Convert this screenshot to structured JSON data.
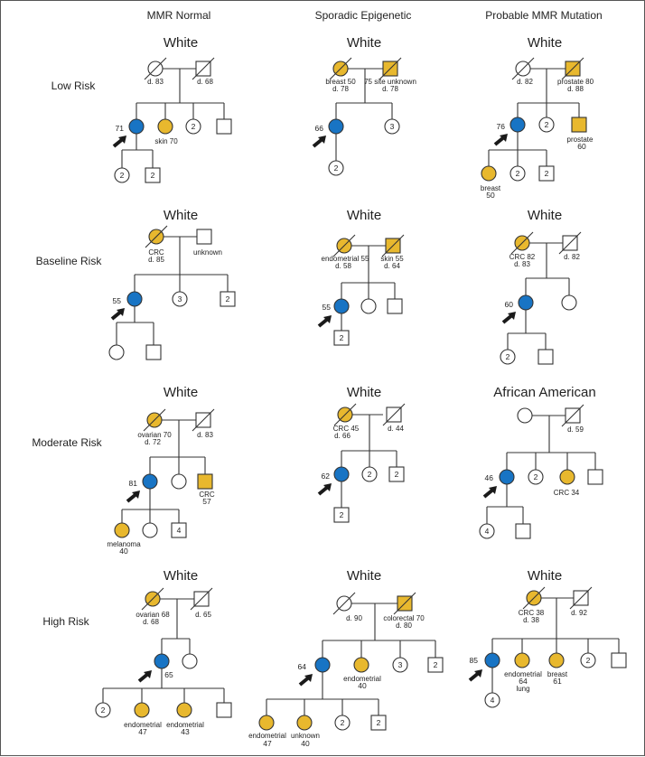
{
  "columns": [
    "MMR Normal",
    "Sporadic Epigenetic",
    "Probable MMR Mutation"
  ],
  "rows": [
    "Low Risk",
    "Baseline Risk",
    "Moderate Risk",
    "High Risk"
  ],
  "colors": {
    "affected": "#E8B82E",
    "proband": "#1874C4",
    "line": "#333333",
    "unaffected": "#ffffff"
  },
  "panels": [
    {
      "title": "White",
      "labels": [
        {
          "text": "d. 83"
        },
        {
          "text": "d. 68"
        },
        {
          "text": "71"
        },
        {
          "text": "skin 70"
        },
        {
          "text": "2"
        },
        {
          "text": "2"
        },
        {
          "text": "2"
        }
      ]
    },
    {
      "title": "White",
      "labels": [
        {
          "text": "breast 50"
        },
        {
          "text": "d. 78"
        },
        {
          "text": "75 site unknown"
        },
        {
          "text": "d. 78"
        },
        {
          "text": "66"
        },
        {
          "text": "3"
        },
        {
          "text": "2"
        }
      ]
    },
    {
      "title": "White",
      "labels": [
        {
          "text": "d. 82"
        },
        {
          "text": "prostate 80"
        },
        {
          "text": "d. 88"
        },
        {
          "text": "76"
        },
        {
          "text": "2"
        },
        {
          "text": "prostate"
        },
        {
          "text": "60"
        },
        {
          "text": "breast"
        },
        {
          "text": "50"
        },
        {
          "text": "2"
        },
        {
          "text": "2"
        }
      ]
    },
    {
      "title": "White",
      "labels": [
        {
          "text": "CRC"
        },
        {
          "text": "d. 85"
        },
        {
          "text": "unknown"
        },
        {
          "text": "55"
        },
        {
          "text": "3"
        },
        {
          "text": "2"
        }
      ]
    },
    {
      "title": "White",
      "labels": [
        {
          "text": "endometrial 55"
        },
        {
          "text": "d. 58"
        },
        {
          "text": "skin 55"
        },
        {
          "text": "d. 64"
        },
        {
          "text": "55"
        },
        {
          "text": "2"
        }
      ]
    },
    {
      "title": "White",
      "labels": [
        {
          "text": "CRC 82"
        },
        {
          "text": "d. 83"
        },
        {
          "text": "d. 82"
        },
        {
          "text": "60"
        },
        {
          "text": "2"
        }
      ]
    },
    {
      "title": "White",
      "labels": [
        {
          "text": "ovarian 70"
        },
        {
          "text": "d. 72"
        },
        {
          "text": "d. 83"
        },
        {
          "text": "81"
        },
        {
          "text": "CRC"
        },
        {
          "text": "57"
        },
        {
          "text": "melanoma"
        },
        {
          "text": "40"
        },
        {
          "text": "4"
        }
      ]
    },
    {
      "title": "White",
      "labels": [
        {
          "text": "CRC 45"
        },
        {
          "text": "d. 66"
        },
        {
          "text": "d. 44"
        },
        {
          "text": "62"
        },
        {
          "text": "2"
        },
        {
          "text": "2"
        },
        {
          "text": "2"
        }
      ]
    },
    {
      "title": "African American",
      "labels": [
        {
          "text": "d. 59"
        },
        {
          "text": "46"
        },
        {
          "text": "2"
        },
        {
          "text": "CRC 34"
        },
        {
          "text": "4"
        }
      ]
    },
    {
      "title": "White",
      "labels": [
        {
          "text": "ovarian 68"
        },
        {
          "text": "d. 68"
        },
        {
          "text": "d. 65"
        },
        {
          "text": "65"
        },
        {
          "text": "2"
        },
        {
          "text": "endometrial"
        },
        {
          "text": "47"
        },
        {
          "text": "endometrial"
        },
        {
          "text": "43"
        }
      ]
    },
    {
      "title": "White",
      "labels": [
        {
          "text": "d. 90"
        },
        {
          "text": "colorectal 70"
        },
        {
          "text": "d. 80"
        },
        {
          "text": "64"
        },
        {
          "text": "endometrial"
        },
        {
          "text": "40"
        },
        {
          "text": "3"
        },
        {
          "text": "2"
        },
        {
          "text": "endometrial"
        },
        {
          "text": "47"
        },
        {
          "text": "unknown"
        },
        {
          "text": "40"
        },
        {
          "text": "2"
        },
        {
          "text": "2"
        }
      ]
    },
    {
      "title": "White",
      "labels": [
        {
          "text": "CRC 38"
        },
        {
          "text": "d. 38"
        },
        {
          "text": "d. 92"
        },
        {
          "text": "85"
        },
        {
          "text": "endometrial"
        },
        {
          "text": "64"
        },
        {
          "text": "lung"
        },
        {
          "text": "breast"
        },
        {
          "text": "61"
        },
        {
          "text": "2"
        },
        {
          "text": "4"
        }
      ]
    }
  ]
}
